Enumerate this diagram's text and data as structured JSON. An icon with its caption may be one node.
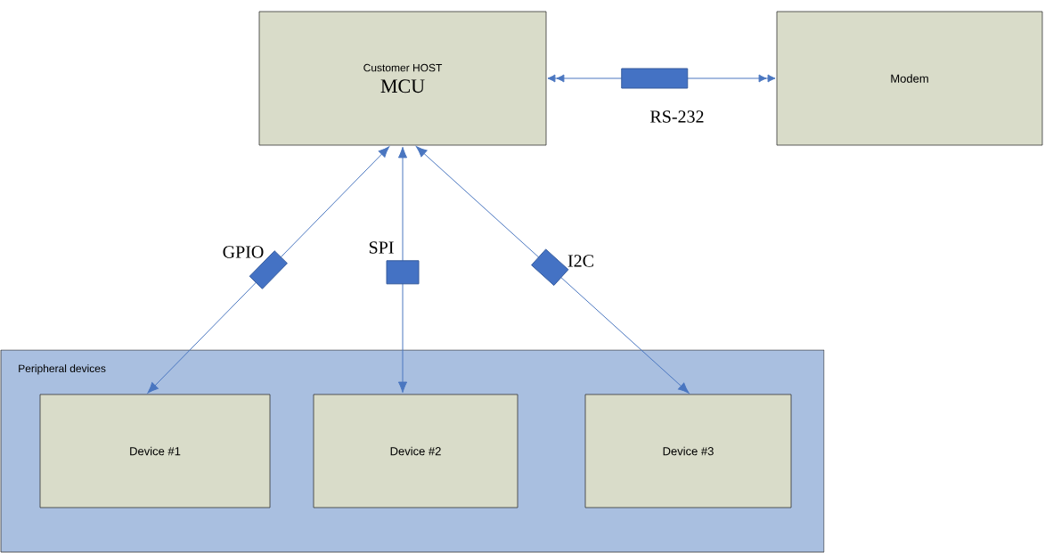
{
  "diagram": {
    "nodes": [
      {
        "text": [
          "Customer HOST",
          "MCU"
        ]
      },
      {
        "text": [
          "Modem"
        ]
      },
      {
        "text": [
          "Peripheral devices"
        ]
      },
      {
        "text": [
          "Device #1"
        ],
        "in": 2
      },
      {
        "text": [
          "Device #2"
        ],
        "in": 2
      },
      {
        "text": [
          "Device #3"
        ],
        "in": 2
      }
    ],
    "edges": [
      {
        "from": 0,
        "to": 1,
        "arrow": "both",
        "label": "RS-232"
      },
      {
        "from": 0,
        "to": 3,
        "arrow": "both",
        "label": "GPIO"
      },
      {
        "from": 0,
        "to": 4,
        "arrow": "both",
        "label": "SPI"
      },
      {
        "from": 0,
        "to": 5,
        "arrow": "both",
        "label": "I2C"
      }
    ]
  }
}
